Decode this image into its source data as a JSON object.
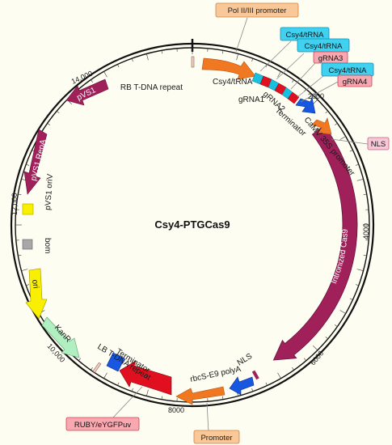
{
  "title": "Csy4-PTGCas9",
  "ticks": [
    "2000",
    "4000",
    "6000",
    "8000",
    "10,000",
    "12,000",
    "14,000"
  ],
  "features": {
    "intronized_cas9": "Intronized Cas9",
    "pvs1_repa": "pVS1 RepA",
    "pvs1": "pVS1",
    "kanr": "KanR",
    "ori": "ori"
  },
  "labels": {
    "rb_tdna": "RB T-DNA repeat",
    "csy4_trna": "Csy4/tRNA",
    "grna1": "gRNA1",
    "grna2": "gRNA2",
    "terminator_top": "Terminator",
    "camv_35s": "CaMV 35S promoter",
    "nls_bottom": "NLS",
    "rbcs_e9": "rbcS-E9 polyA",
    "lb_tdna": "LB T-DNA repeat",
    "terminator_bottom": "Terminator",
    "bom": "bom",
    "pvs1_oriv": "pVS1 oriV"
  },
  "callouts": {
    "pol_promoter": "Pol II/III promoter",
    "csy4_1": "Csy4/tRNA",
    "csy4_2": "Csy4/tRNA",
    "grna3": "gRNA3",
    "csy4_3": "Csy4/tRNA",
    "grna4": "gRNA4",
    "nls_top": "NLS",
    "promoter": "Promoter",
    "ruby": "RUBY/eYGFPuv"
  },
  "colors": {
    "backbone": "#111111",
    "orange": "#f07820",
    "maroon": "#a0205a",
    "cyan": "#18c0e0",
    "red": "#e01020",
    "blue": "#1858e0",
    "yellow": "#f8f000",
    "green": "#b0f0c0",
    "gray": "#a8a8a8"
  }
}
